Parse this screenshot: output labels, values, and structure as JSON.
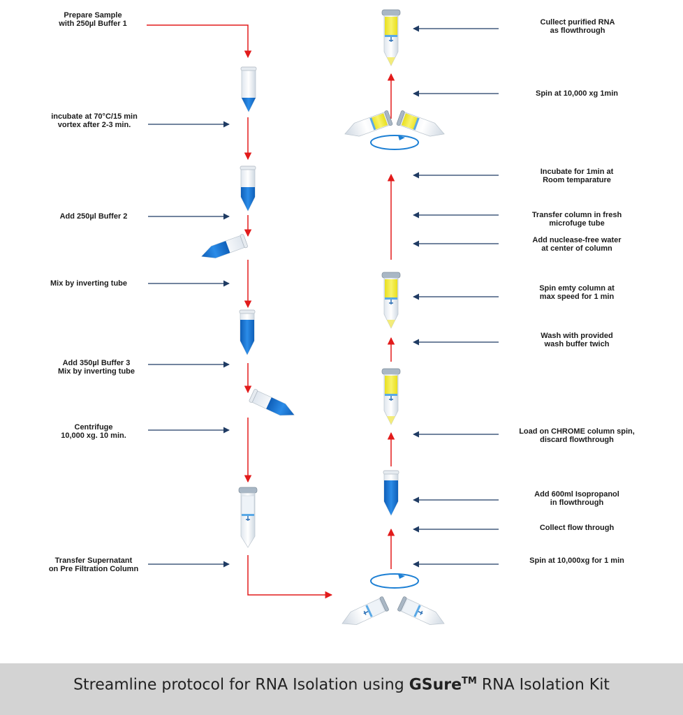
{
  "left_steps": [
    {
      "lines": [
        "Prepare Sample",
        "with 250µl Buffer 1"
      ]
    },
    {
      "lines": [
        "incubate at 70°C/15 min",
        "vortex after 2-3 min."
      ]
    },
    {
      "lines": [
        "Add 250µl Buffer 2"
      ]
    },
    {
      "lines": [
        "Mix by inverting  tube"
      ]
    },
    {
      "lines": [
        "Add 350µl Buffer 3",
        "Mix by inverting tube"
      ]
    },
    {
      "lines": [
        "Centrifuge",
        "10,000 xg. 10 min."
      ]
    },
    {
      "lines": [
        "Transfer Supernatant",
        "on Pre Filtration Column"
      ]
    }
  ],
  "right_steps": [
    {
      "lines": [
        "Cullect purified RNA",
        "as flowthrough"
      ]
    },
    {
      "lines": [
        "Spin at 10,000 xg 1min"
      ]
    },
    {
      "lines": [
        "Incubate for 1min at",
        "Room temparature"
      ]
    },
    {
      "lines": [
        "Transfer column in fresh",
        "microfuge tube"
      ]
    },
    {
      "lines": [
        "Add nuclease-free water",
        "at center of column"
      ]
    },
    {
      "lines": [
        "Spin emty column at",
        "max speed for 1 min"
      ]
    },
    {
      "lines": [
        "Wash with provided",
        "wash buffer twich"
      ]
    },
    {
      "lines": [
        "Load on CHROME column spin,",
        "discard flowthrough"
      ]
    },
    {
      "lines": [
        "Add 600ml Isopropanol",
        "in flowthrough"
      ]
    },
    {
      "lines": [
        "Collect flow through"
      ]
    },
    {
      "lines": [
        "Spin at 10,000xg for 1 min"
      ]
    }
  ],
  "caption": {
    "prefix": "Streamline protocol for RNA Isolation using ",
    "brand": "GSure",
    "brand_sup": "TM",
    "suffix": " RNA Isolation Kit"
  },
  "colors": {
    "red_arrow": "#e21b1b",
    "navy_arrow": "#1f3b63",
    "blue_liquid": "#1a78d6",
    "yellow_liquid": "#f2ea3a",
    "caption_bg": "#d3d3d3"
  }
}
